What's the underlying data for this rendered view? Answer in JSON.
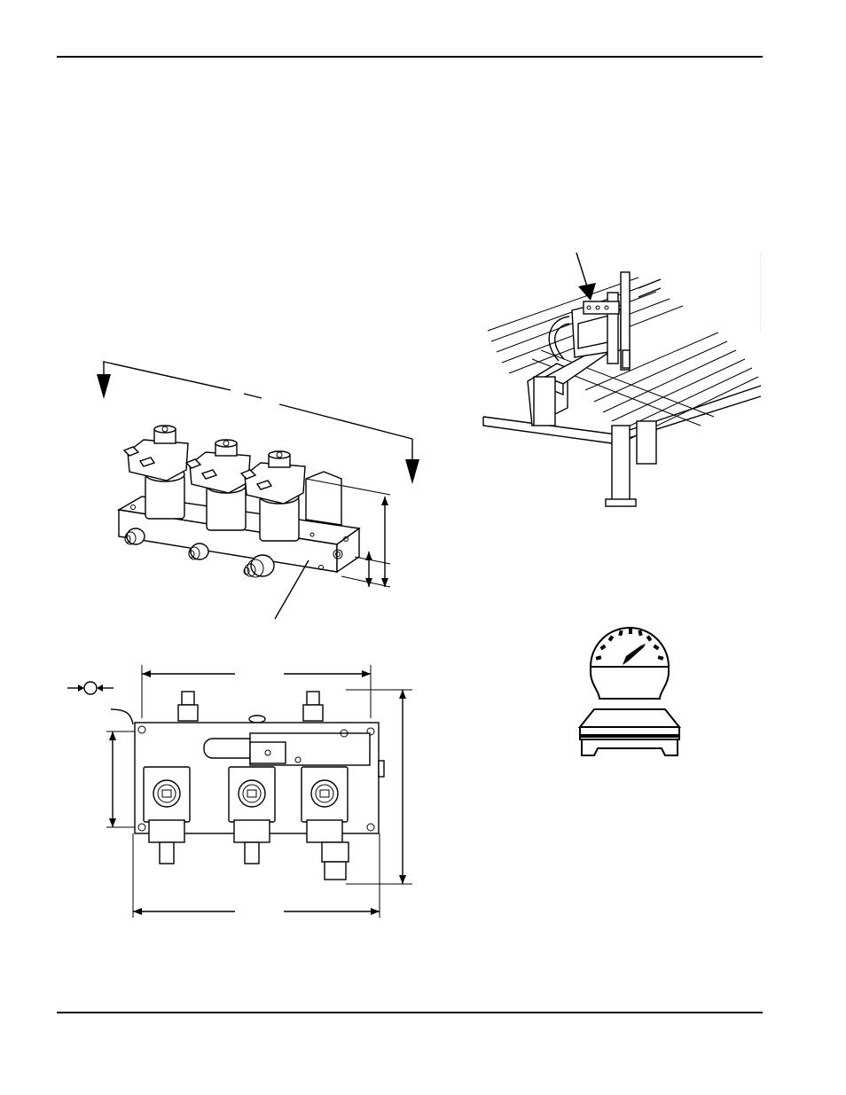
{
  "document": {
    "header_rule": true,
    "footer_rule": true
  },
  "figures": {
    "valve_assembly_3d": {
      "icon": "solenoid-valve-manifold-isometric"
    },
    "machine_location": {
      "icon": "cutting-table-with-gantry"
    },
    "valve_assembly_top": {
      "icon": "solenoid-valve-manifold-top-view"
    },
    "weight_scale": {
      "icon": "weight-scale-icon"
    },
    "torque_symbol": {
      "icon": "torque-symbol-icon"
    }
  }
}
